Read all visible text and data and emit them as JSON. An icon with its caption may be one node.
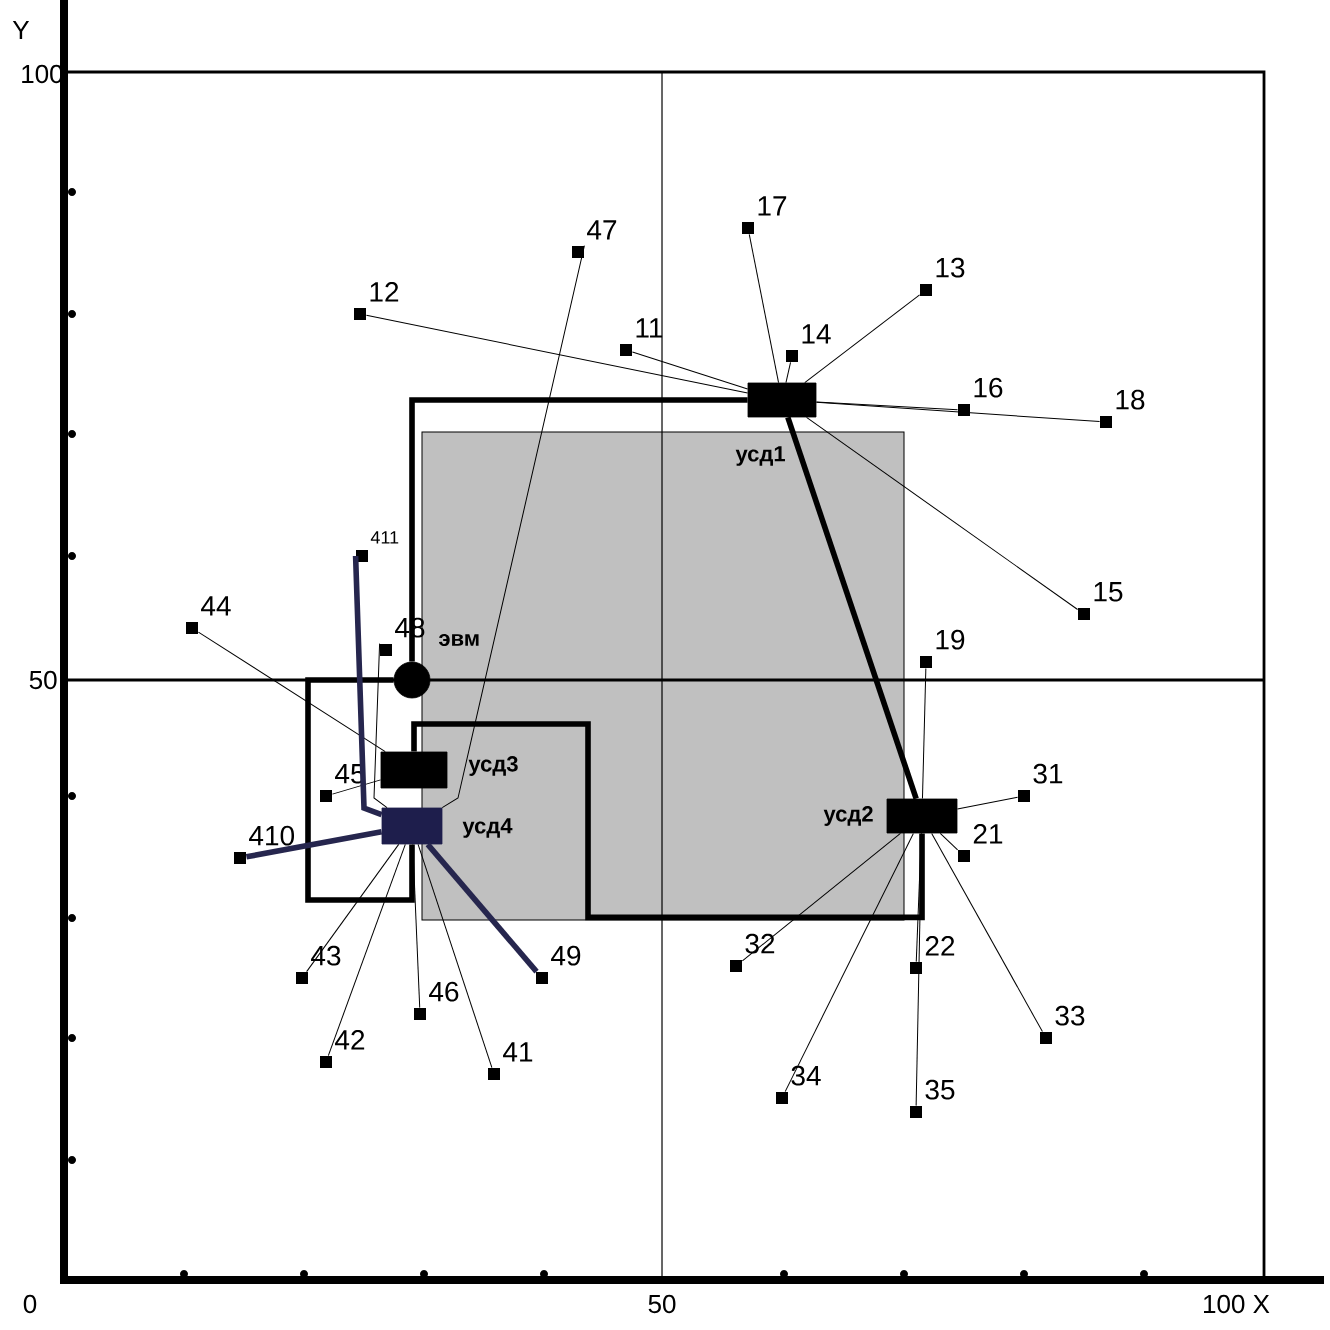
{
  "diagram": {
    "nodes": [
      {
        "text": [],
        "shape": "circle",
        "beside": [
          "эвм"
        ]
      },
      {
        "text": [],
        "shape": "box",
        "beside": [
          "усд1"
        ]
      },
      {
        "text": [],
        "shape": "box",
        "beside": [
          "усд2"
        ]
      },
      {
        "text": [],
        "shape": "box",
        "beside": [
          "усд3"
        ]
      },
      {
        "text": [],
        "shape": "box",
        "beside": [
          "усд4"
        ]
      },
      {
        "text": [],
        "shape": "box",
        "beside": [
          "17"
        ]
      },
      {
        "text": [],
        "shape": "box",
        "beside": [
          "47"
        ]
      },
      {
        "text": [],
        "shape": "box",
        "beside": [
          "13"
        ]
      },
      {
        "text": [],
        "shape": "box",
        "beside": [
          "12"
        ]
      },
      {
        "text": [],
        "shape": "box",
        "beside": [
          "11"
        ]
      },
      {
        "text": [],
        "shape": "box",
        "beside": [
          "14"
        ]
      },
      {
        "text": [],
        "shape": "box",
        "beside": [
          "16"
        ]
      },
      {
        "text": [],
        "shape": "box",
        "beside": [
          "18"
        ]
      },
      {
        "text": [],
        "shape": "box",
        "beside": [
          "411"
        ]
      },
      {
        "text": [],
        "shape": "box",
        "beside": [
          "15"
        ]
      },
      {
        "text": [],
        "shape": "box",
        "beside": [
          "44"
        ]
      },
      {
        "text": [],
        "shape": "box",
        "beside": [
          "48"
        ]
      },
      {
        "text": [],
        "shape": "box",
        "beside": [
          "19"
        ]
      },
      {
        "text": [],
        "shape": "box",
        "beside": [
          "31"
        ]
      },
      {
        "text": [],
        "shape": "box",
        "beside": [
          "45"
        ]
      },
      {
        "text": [],
        "shape": "box",
        "beside": [
          "21"
        ]
      },
      {
        "text": [],
        "shape": "box",
        "beside": [
          "410"
        ]
      },
      {
        "text": [],
        "shape": "box",
        "beside": [
          "22"
        ]
      },
      {
        "text": [],
        "shape": "box",
        "beside": [
          "32"
        ]
      },
      {
        "text": [],
        "shape": "box",
        "beside": [
          "43"
        ]
      },
      {
        "text": [],
        "shape": "box",
        "beside": [
          "49"
        ]
      },
      {
        "text": [],
        "shape": "box",
        "beside": [
          "46"
        ]
      },
      {
        "text": [],
        "shape": "box",
        "beside": [
          "33"
        ]
      },
      {
        "text": [],
        "shape": "box",
        "beside": [
          "42"
        ]
      },
      {
        "text": [],
        "shape": "box",
        "beside": [
          "41"
        ]
      },
      {
        "text": [],
        "shape": "box",
        "beside": [
          "34"
        ]
      },
      {
        "text": [],
        "shape": "box",
        "beside": [
          "35"
        ]
      }
    ],
    "edges": [
      {
        "from": 0,
        "to": 1,
        "arrow": "none",
        "style": "thick"
      },
      {
        "from": 1,
        "to": 2,
        "arrow": "none",
        "style": "thick"
      },
      {
        "from": 2,
        "to": 3,
        "arrow": "none",
        "style": "thick"
      },
      {
        "from": 0,
        "to": 4,
        "arrow": "none",
        "style": "thick"
      },
      {
        "from": 1,
        "to": 5,
        "arrow": "none"
      },
      {
        "from": 1,
        "to": 7,
        "arrow": "none"
      },
      {
        "from": 1,
        "to": 8,
        "arrow": "none"
      },
      {
        "from": 1,
        "to": 9,
        "arrow": "none"
      },
      {
        "from": 1,
        "to": 10,
        "arrow": "none"
      },
      {
        "from": 1,
        "to": 11,
        "arrow": "none"
      },
      {
        "from": 1,
        "to": 12,
        "arrow": "none"
      },
      {
        "from": 1,
        "to": 14,
        "arrow": "none"
      },
      {
        "from": 2,
        "to": 17,
        "arrow": "none"
      },
      {
        "from": 2,
        "to": 18,
        "arrow": "none"
      },
      {
        "from": 2,
        "to": 20,
        "arrow": "none"
      },
      {
        "from": 2,
        "to": 22,
        "arrow": "none"
      },
      {
        "from": 2,
        "to": 23,
        "arrow": "none"
      },
      {
        "from": 2,
        "to": 27,
        "arrow": "none"
      },
      {
        "from": 2,
        "to": 30,
        "arrow": "none"
      },
      {
        "from": 2,
        "to": 31,
        "arrow": "none"
      },
      {
        "from": 3,
        "to": 15,
        "arrow": "none"
      },
      {
        "from": 3,
        "to": 19,
        "arrow": "none"
      },
      {
        "from": 4,
        "to": 6,
        "arrow": "none"
      },
      {
        "from": 4,
        "to": 13,
        "arrow": "none",
        "style": "thick",
        "color": "#26264e"
      },
      {
        "from": 4,
        "to": 16,
        "arrow": "none"
      },
      {
        "from": 4,
        "to": 21,
        "arrow": "none",
        "style": "thick",
        "color": "#26264e"
      },
      {
        "from": 4,
        "to": 24,
        "arrow": "none"
      },
      {
        "from": 4,
        "to": 25,
        "arrow": "none",
        "style": "thick",
        "color": "#26264e"
      },
      {
        "from": 4,
        "to": 26,
        "arrow": "none"
      },
      {
        "from": 4,
        "to": 28,
        "arrow": "none"
      },
      {
        "from": 4,
        "to": 29,
        "arrow": "none"
      }
    ],
    "labels": [
      "Y",
      "100",
      "50",
      "0",
      "50",
      "100 X"
    ]
  }
}
